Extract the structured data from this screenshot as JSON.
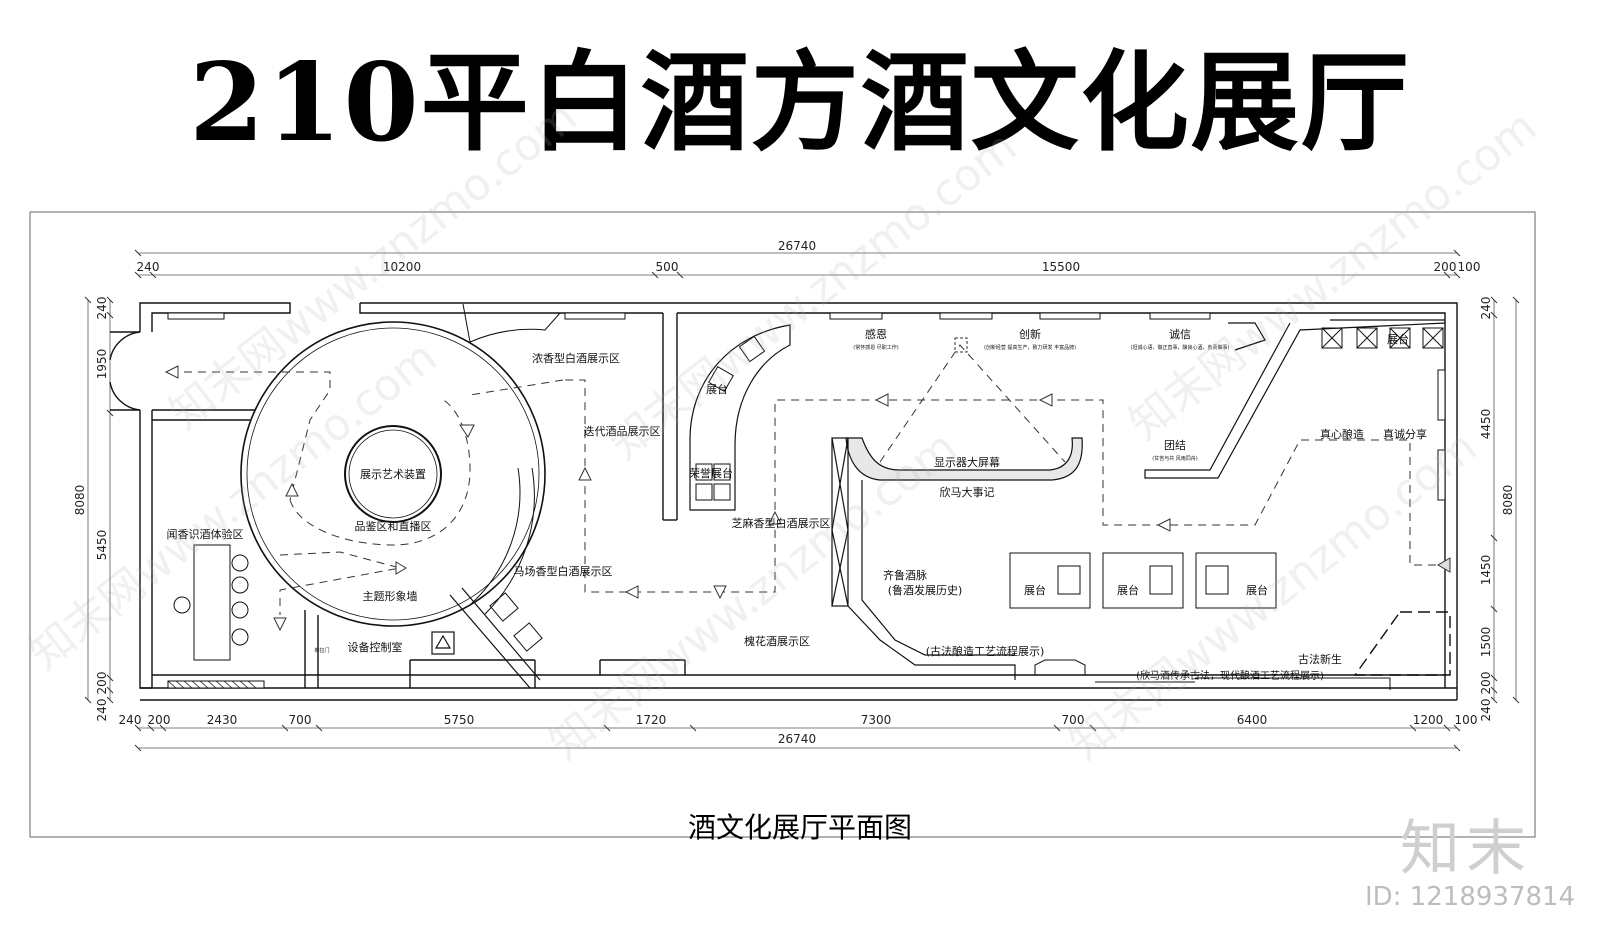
{
  "title": "210平白酒方酒文化展厅",
  "caption": "酒文化展厅平面图",
  "brand": "知末",
  "image_id": "ID: 1218937814",
  "watermark": "知末网www.znzmo.com",
  "dimensions": {
    "top_total": "26740",
    "top": [
      "240",
      "10200",
      "500",
      "15500",
      "200",
      "100"
    ],
    "bottom_total": "26740",
    "bottom": [
      "240",
      "200",
      "2430",
      "700",
      "5750",
      "1720",
      "7300",
      "700",
      "6400",
      "1200",
      "100"
    ],
    "left_total": "8080",
    "left": [
      "240",
      "1950",
      "5450",
      "200",
      "240"
    ],
    "right_total": "8080",
    "right": [
      "240",
      "4450",
      "1450",
      "1500",
      "200",
      "240"
    ]
  },
  "zones": {
    "art_install": "展示艺术装置",
    "tasting": "品鉴区和直播区",
    "theme_wall": "主题形象墙",
    "smell": "闻香识酒体验区",
    "equipment": "设备控制室",
    "nongxiang": "浓香型白酒展示区",
    "diedai": "迭代酒品展示区",
    "machang": "马场香型白酒展示区",
    "zhima": "芝麻香型白酒展示区",
    "huaihua": "槐花酒展示区",
    "zhantai_a": "展台",
    "rongyu": "荣誉展台",
    "ganen": "感恩",
    "ganen_sub": "(常怀感恩 尽职工作)",
    "chuangxin": "创新",
    "chuangxin_sub": "(创新经营 提高生产，致力研发 丰富品牌)",
    "chengxin": "诚信",
    "chengxin_sub": "(坦诚心语，做正直事，酿良心酒，负责做事)",
    "tuanjie": "团结",
    "tuanjie_sub": "(甘苦与共 风雨同舟)",
    "zhenxin": "真心酿造",
    "zhencheng": "真诚分享",
    "zhantai_b": "展台",
    "screen": "显示器大屏幕",
    "events": "欣马大事记",
    "qilu": "齐鲁酒脉",
    "qilu_sub": "(鲁酒发展历史)",
    "gufa_process": "(古法酿造工艺流程展示)",
    "gufa_new": "古法新生",
    "gufa_new_sub": "(欣马酒传承古法，现代酿酒工艺流程展示)",
    "zhantai_c": "展台",
    "zhantai_d": "展台",
    "zhantai_e": "展台",
    "door_small": "推拉门"
  }
}
